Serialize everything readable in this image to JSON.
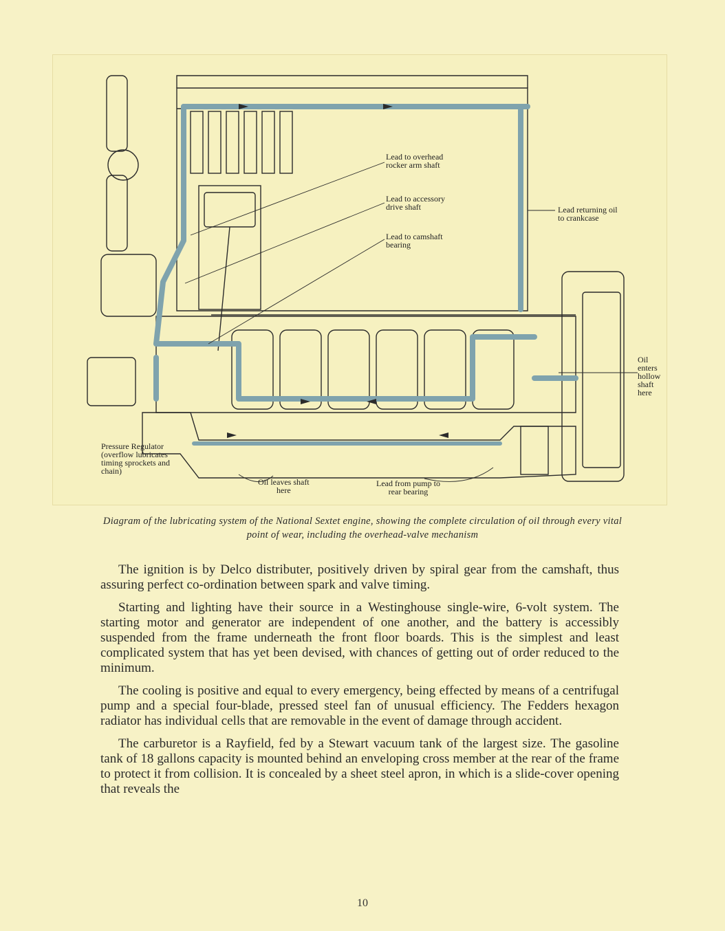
{
  "figure": {
    "labels": {
      "lead_overhead": "Lead to overhead\nrocker arm shaft",
      "lead_accessory": "Lead to accessory\ndrive shaft",
      "lead_camshaft": "Lead to camshaft\nbearing",
      "lead_returning": "Lead returning oil\nto crankcase",
      "oil_enters": "Oil\nenters\nhollow\nshaft\nhere",
      "pressure_regulator": "Pressure Regulator\n(overflow lubricates\ntiming sprockets and\nchain)",
      "oil_leaves": "Oil leaves shaft\nhere",
      "lead_pump": "Lead from pump to\nrear bearing"
    },
    "colors": {
      "paper": "#f7f2c6",
      "oil_passage": "#7fa3ad",
      "ink": "#2b2b2b"
    }
  },
  "caption": "Diagram of the lubricating system of the National Sextet engine, showing the complete circulation of oil through every vital point of wear, including the overhead-valve mechanism",
  "paragraphs": [
    "The ignition is by Delco distributer, positively driven by spiral gear from the camshaft, thus assuring perfect co-ordination between spark and valve timing.",
    "Starting and lighting have their source in a Westinghouse single-wire, 6-volt system. The starting motor and generator are independent of one another, and the battery is accessibly suspended from the frame underneath the front floor boards. This is the simplest and least complicated system that has yet been devised, with chances of getting out of order reduced to the minimum.",
    "The cooling is positive and equal to every emergency, being effected by means of a centrifugal pump and a special four-blade, pressed steel fan of unusual efficiency. The Fedders hexagon radiator has individual cells that are removable in the event of damage through accident.",
    "The carburetor is a Rayfield, fed by a Stewart vacuum tank of the largest size. The gasoline tank of 18 gallons capacity is mounted behind an enveloping cross member at the rear of the frame to protect it from collision. It is concealed by a sheet steel apron, in which is a slide-cover opening that reveals the"
  ],
  "page_number": "10"
}
